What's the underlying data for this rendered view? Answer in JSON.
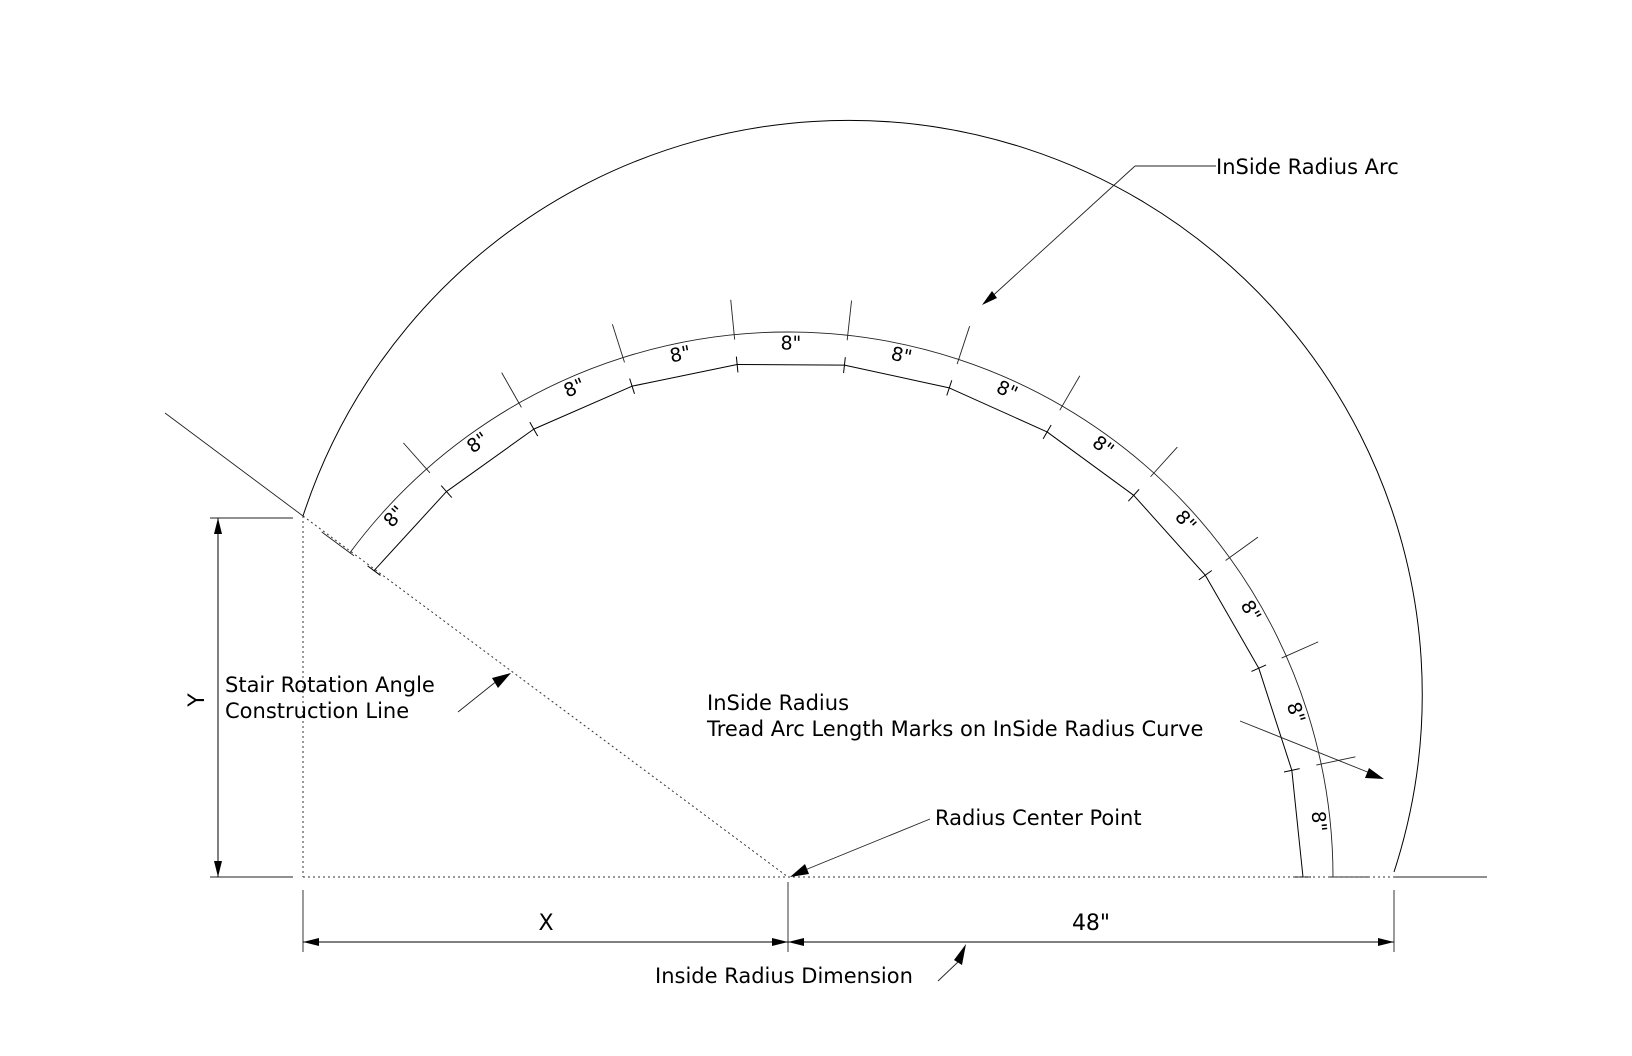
{
  "labels": {
    "inside_radius_arc": "InSide Radius Arc",
    "stair_rotation_line1": "Stair Rotation Angle",
    "stair_rotation_line2": "Construction Line",
    "inside_radius_line1": "InSide Radius",
    "inside_radius_line2": "Tread Arc Length Marks on InSide Radius Curve",
    "radius_center_point": "Radius Center Point",
    "inside_radius_dimension": "Inside Radius Dimension"
  },
  "dimensions": {
    "x_label": "X",
    "radius_value": "48\"",
    "y_label": "Y"
  },
  "treads": {
    "count": 12,
    "segment_label": "8\""
  }
}
